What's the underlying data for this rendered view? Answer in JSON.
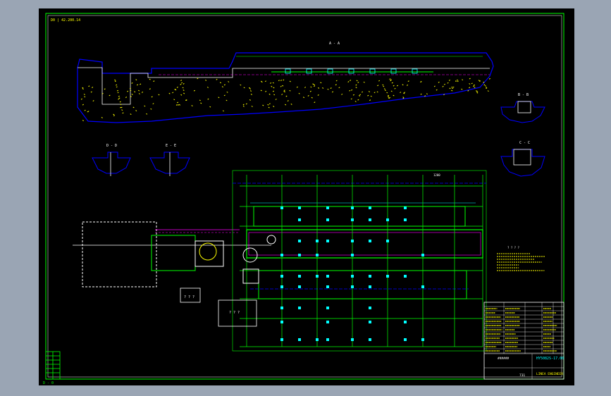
{
  "drawing": {
    "corner_label": "D0 | 42.200.14",
    "bottom_left_label": "D - 0",
    "section_aa_title": "A - A",
    "section_bb_title": "B - B",
    "section_cc_title": "C - C",
    "section_dd_title": "D - D",
    "section_ee_title": "E - E",
    "box_label_a": "? ? ?",
    "box_label_b": "? ? ?",
    "plan_dim_label": "1200",
    "note_block_title": "? ? ? ?",
    "title_block_code": "HY5082S-17.00",
    "title_block_company": "LINEA ENGINEER",
    "title_block_stamp": "731",
    "title_block_marker": "######"
  },
  "colors": {
    "background": "#000000",
    "frame": "#00ff00",
    "dimension": "#00ffff",
    "annotation": "#ffff00",
    "centerline": "#0000ff",
    "hidden": "#ff00ff",
    "geometry": "#ffffff",
    "outside": "#9aa5b4"
  }
}
